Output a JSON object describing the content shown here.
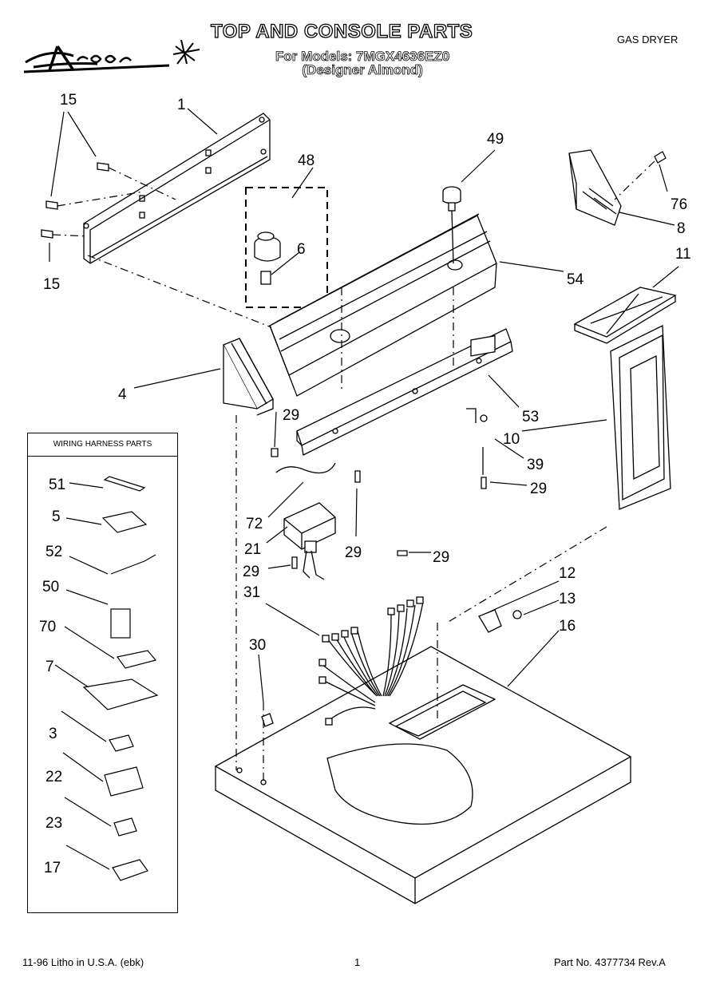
{
  "header": {
    "brand": "Acros",
    "title": "TOP AND CONSOLE PARTS",
    "models_line": "For Models: 7MGX4636EZ0",
    "color_line": "(Designer Almond)",
    "category": "GAS DRYER"
  },
  "harness_box": {
    "title": "WIRING HARNESS PARTS"
  },
  "callouts": {
    "c1": "1",
    "c15a": "15",
    "c15b": "15",
    "c48": "48",
    "c6": "6",
    "c49": "49",
    "c76": "76",
    "c8": "8",
    "c11": "11",
    "c54": "54",
    "c4": "4",
    "c29a": "29",
    "c53": "53",
    "c10": "10",
    "c39": "39",
    "c29b": "29",
    "c72": "72",
    "c21": "21",
    "c29c": "29",
    "c29d": "29",
    "c29e": "29",
    "c31": "31",
    "c12": "12",
    "c13": "13",
    "c16": "16",
    "c30": "30",
    "h51": "51",
    "h5": "5",
    "h52": "52",
    "h50": "50",
    "h70": "70",
    "h7": "7",
    "h3": "3",
    "h22": "22",
    "h23": "23",
    "h17": "17"
  },
  "footer": {
    "litho": "11-96 Litho in U.S.A. (ebk)",
    "page": "1",
    "part_no": "Part No. 4377734 Rev.A"
  }
}
